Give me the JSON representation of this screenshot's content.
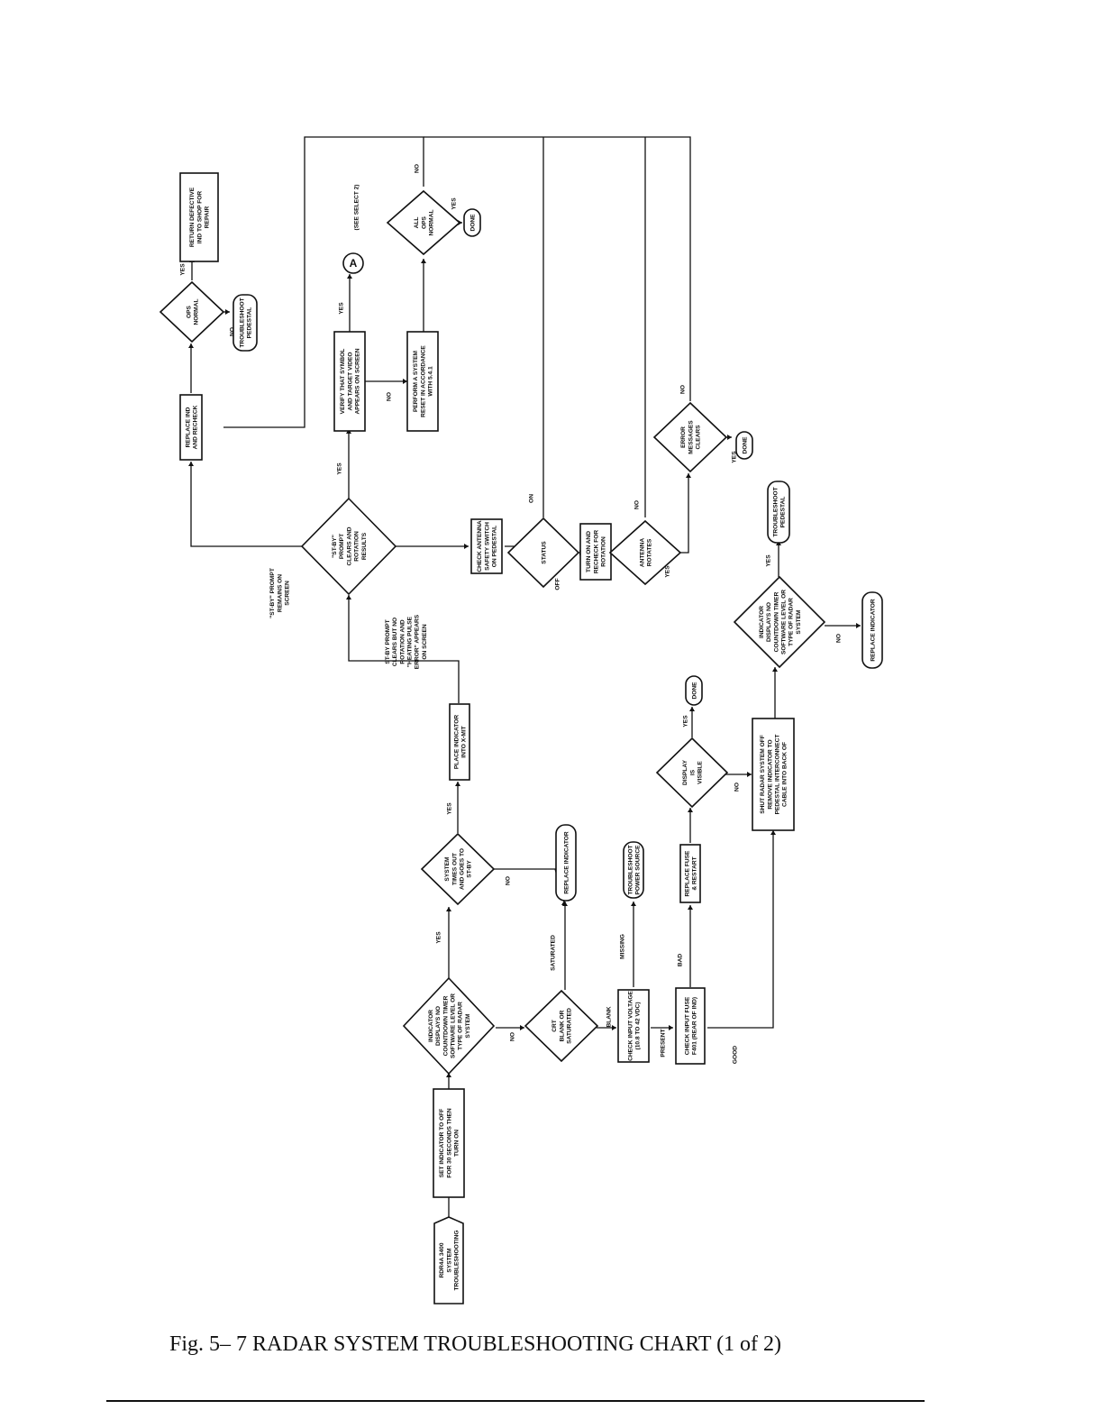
{
  "caption": "Fig. 5– 7   RADAR SYSTEM TROUBLESHOOTING CHART (1 of 2)",
  "nodes": [
    {
      "id": "start",
      "shape": "start",
      "lines": [
        "RDR4A 3400",
        "SYSTEM",
        "TROUBLESHOOTING"
      ]
    },
    {
      "id": "set_off",
      "shape": "rect",
      "lines": [
        "SET INDICATOR TO OFF",
        "FOR 30 SECONDS THEN",
        "TURN ON"
      ]
    },
    {
      "id": "d_countdown1",
      "shape": "diamond",
      "lines": [
        "INDICATOR",
        "DISPLAYS NO",
        "COUNTDOWN TIMER",
        "SOFTWARE LEVEL OR",
        "TYPE OF RADAR",
        "SYSTEM"
      ]
    },
    {
      "id": "d_times_out",
      "shape": "diamond",
      "lines": [
        "SYSTEM",
        "TIMES OUT",
        "AND GOES TO",
        "ST-BY"
      ]
    },
    {
      "id": "place_xmit",
      "shape": "rect",
      "lines": [
        "PLACE INDICATOR",
        "INTO X-MIT"
      ]
    },
    {
      "id": "repl_ind1",
      "shape": "terminal",
      "lines": [
        "REPLACE INDICATOR"
      ]
    },
    {
      "id": "d_crt",
      "shape": "diamond",
      "lines": [
        "CRT",
        "BLANK OR",
        "SATURATED"
      ]
    },
    {
      "id": "chk_volt",
      "shape": "rect",
      "lines": [
        "CHECK INPUT VOLTAGE",
        "(10.8 TO 42 VDC)"
      ]
    },
    {
      "id": "ts_power",
      "shape": "terminal",
      "lines": [
        "TROUBLESHOOT",
        "POWER SOURCE"
      ]
    },
    {
      "id": "chk_fuse",
      "shape": "rect",
      "lines": [
        "CHECK INPUT FUSE",
        "F401 (REAR OF IND)"
      ]
    },
    {
      "id": "repl_fuse",
      "shape": "rect",
      "lines": [
        "REPLACE FUSE",
        "& RESTART"
      ]
    },
    {
      "id": "d_display",
      "shape": "diamond",
      "lines": [
        "DISPLAY",
        "IS",
        "VISIBLE"
      ]
    },
    {
      "id": "done3",
      "shape": "terminal",
      "lines": [
        "DONE"
      ]
    },
    {
      "id": "shut_off",
      "shape": "rect",
      "lines": [
        "SHUT RADAR SYSTEM OFF",
        "REMOVE INDICATOR TO",
        "PEDESTAL INTERCONNECT",
        "CABLE INTO BACK OF"
      ]
    },
    {
      "id": "d_countdown2",
      "shape": "diamond",
      "lines": [
        "INDICATOR",
        "DISPLAYS NO",
        "COUNTDOWN TIMER",
        "SOFTWARE LEVEL OR",
        "TYPE OF RADAR",
        "SYSTEM"
      ]
    },
    {
      "id": "ts_ped2",
      "shape": "terminal",
      "lines": [
        "TROUBLESHOOT",
        "PEDESTAL"
      ]
    },
    {
      "id": "repl_ind2",
      "shape": "terminal",
      "lines": [
        "REPLACE INDICATOR"
      ]
    },
    {
      "id": "d_stby",
      "shape": "diamond",
      "lines": [
        "\"ST-BY\"",
        "PROMPT",
        "CLEARS AND",
        "ROTATION",
        "RESULTS"
      ]
    },
    {
      "id": "verify",
      "shape": "rect",
      "lines": [
        "VERIFY THAT SYMBOL",
        "AND TARGET VIDEO",
        "APPEARS ON SCREEN"
      ]
    },
    {
      "id": "perform",
      "shape": "rect",
      "lines": [
        "PERFORM A SYSTEM",
        "RESET IN ACCORDANCE",
        "WITH 5.4.1"
      ]
    },
    {
      "id": "d_allops",
      "shape": "diamond",
      "lines": [
        "ALL",
        "OPS",
        "NORMAL"
      ]
    },
    {
      "id": "done1",
      "shape": "terminal",
      "lines": [
        "DONE"
      ]
    },
    {
      "id": "conn_a",
      "shape": "circle",
      "lines": [
        "A"
      ]
    },
    {
      "id": "replace_ind",
      "shape": "rect",
      "lines": [
        "REPLACE IND",
        "AND RECHECK"
      ]
    },
    {
      "id": "d_ops",
      "shape": "diamond",
      "lines": [
        "OPS",
        "NORMAL"
      ]
    },
    {
      "id": "return",
      "shape": "rect",
      "lines": [
        "RETURN DEFECTIVE",
        "IND TO SHOP FOR",
        "REPAIR"
      ]
    },
    {
      "id": "ts_ped1",
      "shape": "terminal",
      "lines": [
        "TROUBLESHOOT",
        "PEDESTAL"
      ]
    },
    {
      "id": "chk_safety",
      "shape": "rect",
      "lines": [
        "CHECK ANTENNA",
        "SAFETY SWITCH",
        "ON PEDESTAL"
      ]
    },
    {
      "id": "d_status",
      "shape": "diamond",
      "lines": [
        "STATUS"
      ]
    },
    {
      "id": "turn_on",
      "shape": "rect",
      "lines": [
        "TURN ON AND",
        "RECHECK FOR",
        "ROTATION"
      ]
    },
    {
      "id": "d_rotates",
      "shape": "diamond",
      "lines": [
        "ANTENNA",
        "ROTATES"
      ]
    },
    {
      "id": "d_error",
      "shape": "diamond",
      "lines": [
        "ERROR",
        "MESSAGES",
        "CLEARS"
      ]
    },
    {
      "id": "done2",
      "shape": "terminal",
      "lines": [
        "DONE"
      ]
    }
  ],
  "edges": [
    {
      "from": "start",
      "to": "set_off"
    },
    {
      "from": "set_off",
      "to": "d_countdown1"
    },
    {
      "from": "d_countdown1",
      "to": "d_times_out",
      "label": "YES"
    },
    {
      "from": "d_countdown1",
      "to": "d_crt",
      "label": "NO"
    },
    {
      "from": "d_times_out",
      "to": "place_xmit",
      "label": "YES"
    },
    {
      "from": "d_times_out",
      "to": "repl_ind1",
      "label": "NO"
    },
    {
      "from": "place_xmit",
      "to": "d_stby"
    },
    {
      "from": "d_crt",
      "to": "repl_ind1",
      "label": "SATURATED"
    },
    {
      "from": "d_crt",
      "to": "chk_volt",
      "label": "BLANK"
    },
    {
      "from": "chk_volt",
      "to": "ts_power",
      "label": "MISSING"
    },
    {
      "from": "chk_volt",
      "to": "chk_fuse",
      "label": "PRESENT"
    },
    {
      "from": "chk_fuse",
      "to": "repl_fuse",
      "label": "BAD"
    },
    {
      "from": "chk_fuse",
      "to": "shut_off",
      "label": "GOOD"
    },
    {
      "from": "repl_fuse",
      "to": "d_display"
    },
    {
      "from": "d_display",
      "to": "done3",
      "label": "YES"
    },
    {
      "from": "d_display",
      "to": "shut_off",
      "label": "NO"
    },
    {
      "from": "shut_off",
      "to": "d_countdown2"
    },
    {
      "from": "d_countdown2",
      "to": "ts_ped2",
      "label": "YES"
    },
    {
      "from": "d_countdown2",
      "to": "repl_ind2",
      "label": "NO"
    },
    {
      "from": "d_stby",
      "to": "verify",
      "label": "YES"
    },
    {
      "from": "d_stby",
      "to": "replace_ind",
      "label": "\"ST-BY\" PROMPT REMAINS ON SCREEN"
    },
    {
      "from": "d_stby",
      "to": "chk_safety",
      "label": "ST-BY PROMPT CLEARS BUT NO ROTATION AND \"HEATING PULSE ERROR\" APPEARS ON SCREEN"
    },
    {
      "from": "verify",
      "to": "conn_a",
      "label": "YES"
    },
    {
      "from": "verify",
      "to": "perform",
      "label": "NO"
    },
    {
      "from": "perform",
      "to": "d_allops"
    },
    {
      "from": "d_allops",
      "to": "done1",
      "label": "YES"
    },
    {
      "from": "d_allops",
      "to": "replace_ind",
      "label": "NO"
    },
    {
      "from": "replace_ind",
      "to": "d_ops"
    },
    {
      "from": "d_ops",
      "to": "return",
      "label": "YES"
    },
    {
      "from": "d_ops",
      "to": "ts_ped1",
      "label": "NO"
    },
    {
      "from": "chk_safety",
      "to": "d_status"
    },
    {
      "from": "d_status",
      "to": "turn_on",
      "label": "OFF"
    },
    {
      "from": "d_status",
      "to": "replace_ind",
      "label": "ON"
    },
    {
      "from": "turn_on",
      "to": "d_rotates"
    },
    {
      "from": "d_rotates",
      "to": "d_error",
      "label": "YES"
    },
    {
      "from": "d_rotates",
      "to": "replace_ind",
      "label": "NO"
    },
    {
      "from": "d_error",
      "to": "done2",
      "label": "YES"
    },
    {
      "from": "d_error",
      "to": "replace_ind",
      "label": "NO"
    }
  ],
  "annotations": {
    "see_select": "(SEE SELECT 2)"
  }
}
